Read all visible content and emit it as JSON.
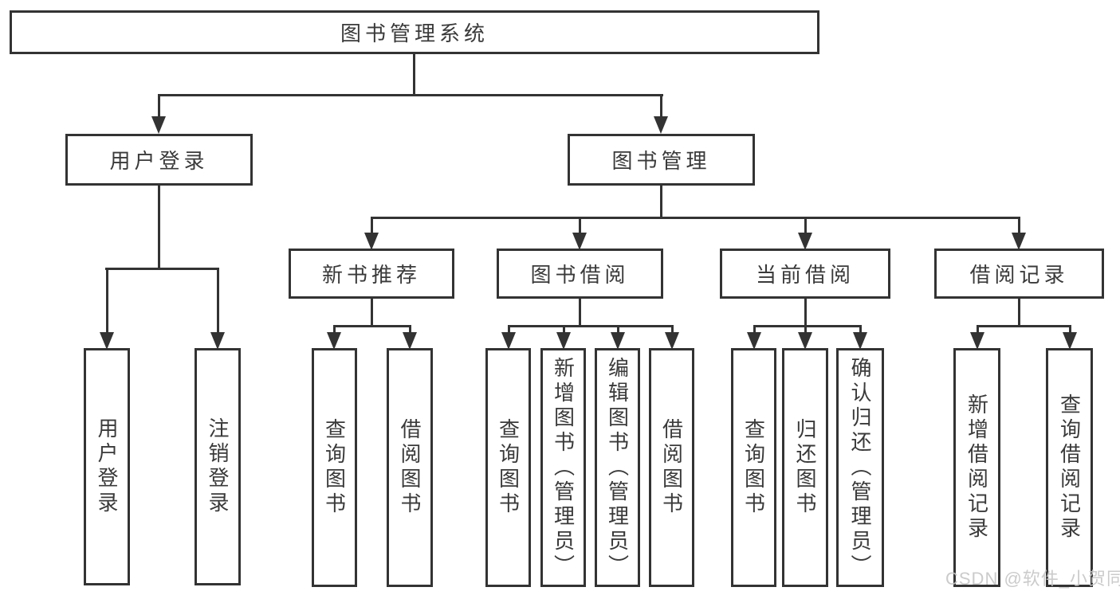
{
  "diagram": {
    "root": {
      "label": "图书管理系统"
    },
    "branches": [
      {
        "label": "用户登录",
        "children": [
          {
            "label": "用户登录"
          },
          {
            "label": "注销登录"
          }
        ]
      },
      {
        "label": "图书管理",
        "children": [
          {
            "label": "新书推荐",
            "children": [
              {
                "label": "查询图书"
              },
              {
                "label": "借阅图书"
              }
            ]
          },
          {
            "label": "图书借阅",
            "children": [
              {
                "label": "查询图书"
              },
              {
                "label": "新增图书（管理员）"
              },
              {
                "label": "编辑图书（管理员）"
              },
              {
                "label": "借阅图书"
              }
            ]
          },
          {
            "label": "当前借阅",
            "children": [
              {
                "label": "查询图书"
              },
              {
                "label": "归还图书"
              },
              {
                "label": "确认归还（管理员）"
              }
            ]
          },
          {
            "label": "借阅记录",
            "children": [
              {
                "label": "新增借阅记录"
              },
              {
                "label": "查询借阅记录"
              }
            ]
          }
        ]
      }
    ]
  },
  "watermark": {
    "text": "CSDN @软件_小贺同学"
  },
  "icons": {
    "arrowhead": "filled-triangle-down"
  },
  "colors": {
    "line": "#333333",
    "text": "#3a3a3a",
    "watermark": "#c6c6c6",
    "background": "#ffffff"
  }
}
